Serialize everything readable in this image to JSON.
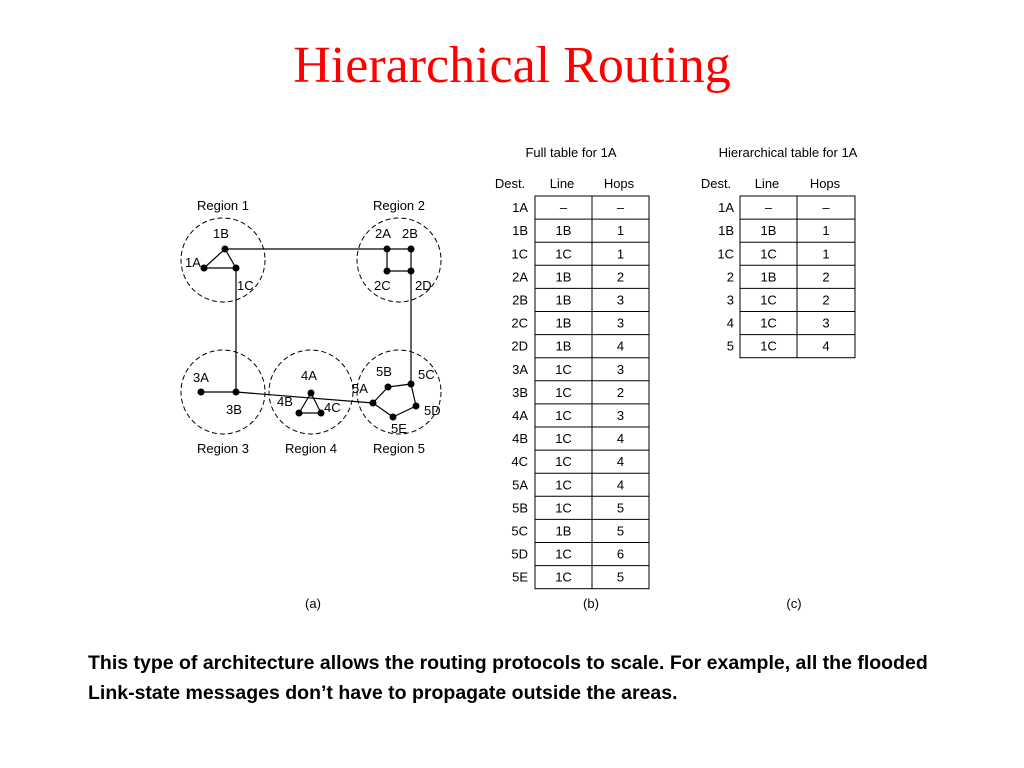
{
  "slide": {
    "title": "Hierarchical Routing",
    "body": "This type of architecture allows the routing protocols to scale.  For example, all the flooded Link-state messages don’t have to propagate outside the areas.",
    "title_color": "#ff0000"
  },
  "network": {
    "caption": "(a)",
    "regions": [
      "Region 1",
      "Region 2",
      "Region 3",
      "Region 4",
      "Region 5"
    ],
    "routers": [
      "1A",
      "1B",
      "1C",
      "2A",
      "2B",
      "2C",
      "2D",
      "3A",
      "3B",
      "4A",
      "4B",
      "4C",
      "5A",
      "5B",
      "5C",
      "5D",
      "5E"
    ]
  },
  "full_table": {
    "title": "Full table for 1A",
    "caption": "(b)",
    "headers": [
      "Dest.",
      "Line",
      "Hops"
    ],
    "rows": [
      [
        "1A",
        "–",
        "–"
      ],
      [
        "1B",
        "1B",
        "1"
      ],
      [
        "1C",
        "1C",
        "1"
      ],
      [
        "2A",
        "1B",
        "2"
      ],
      [
        "2B",
        "1B",
        "3"
      ],
      [
        "2C",
        "1B",
        "3"
      ],
      [
        "2D",
        "1B",
        "4"
      ],
      [
        "3A",
        "1C",
        "3"
      ],
      [
        "3B",
        "1C",
        "2"
      ],
      [
        "4A",
        "1C",
        "3"
      ],
      [
        "4B",
        "1C",
        "4"
      ],
      [
        "4C",
        "1C",
        "4"
      ],
      [
        "5A",
        "1C",
        "4"
      ],
      [
        "5B",
        "1C",
        "5"
      ],
      [
        "5C",
        "1B",
        "5"
      ],
      [
        "5D",
        "1C",
        "6"
      ],
      [
        "5E",
        "1C",
        "5"
      ]
    ]
  },
  "hier_table": {
    "title": "Hierarchical table for 1A",
    "caption": "(c)",
    "headers": [
      "Dest.",
      "Line",
      "Hops"
    ],
    "rows": [
      [
        "1A",
        "–",
        "–"
      ],
      [
        "1B",
        "1B",
        "1"
      ],
      [
        "1C",
        "1C",
        "1"
      ],
      [
        "2",
        "1B",
        "2"
      ],
      [
        "3",
        "1C",
        "2"
      ],
      [
        "4",
        "1C",
        "3"
      ],
      [
        "5",
        "1C",
        "4"
      ]
    ]
  }
}
